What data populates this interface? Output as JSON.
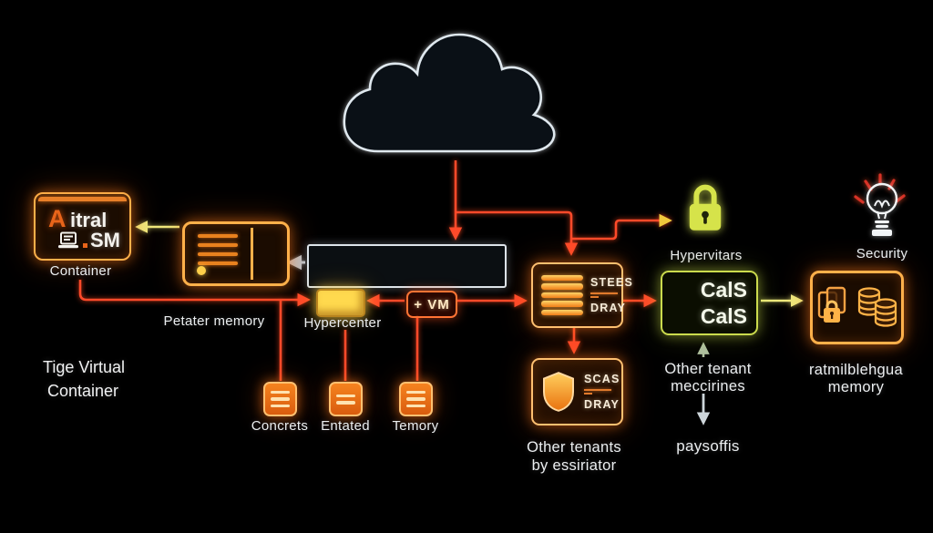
{
  "diagram": {
    "container_node": {
      "title_accent": "A",
      "title_rest": "itral",
      "subtitle": "SM",
      "label": "Container"
    },
    "server_node": {
      "label": "Petater memory"
    },
    "caption": {
      "line1": "Tige Virtual",
      "line2": "Container"
    },
    "hypercenter": {
      "label": "Hypercenter"
    },
    "vm_badge": {
      "text": "+ VM"
    },
    "mini_nodes": [
      {
        "label": "Concrets"
      },
      {
        "label": "Entated"
      },
      {
        "label": "Temory"
      }
    ],
    "stees_node": {
      "title": "STEES",
      "subtitle": "DRAY"
    },
    "scas_node": {
      "title": "SCAS",
      "subtitle": "DRAY",
      "caption_line1": "Other tenants",
      "caption_line2": "by essiriator"
    },
    "lock_node": {
      "label": "Hypervitars"
    },
    "cals_node": {
      "line1": "CalS",
      "line2": "CalS",
      "caption_line1": "Other tenant",
      "caption_line2": "meccirines"
    },
    "paysoffis_label": "paysoffis",
    "storage_node": {
      "caption_line1": "ratmilblehgua",
      "caption_line2": "memory"
    },
    "security_node": {
      "label": "Security"
    }
  },
  "icons": {
    "cloud": "cloud-icon",
    "laptop": "laptop-icon",
    "server": "server-icon",
    "list_stack": "list-stack-icon",
    "shield": "shield-icon",
    "lock": "lock-icon",
    "files_lock": "files-lock-icon",
    "database": "database-icon",
    "bulb": "lightbulb-icon"
  },
  "colors": {
    "background": "#000000",
    "orange_border": "#ffb04a",
    "orange_fill": "#f5831f",
    "red_arrow": "#ff4a2a",
    "yellow_arrow": "#eeea7e",
    "green_dash": "#41b54f",
    "lime": "#cbdb4d",
    "gray_arrow": "#b9c2c9",
    "white": "#ebeef0"
  }
}
